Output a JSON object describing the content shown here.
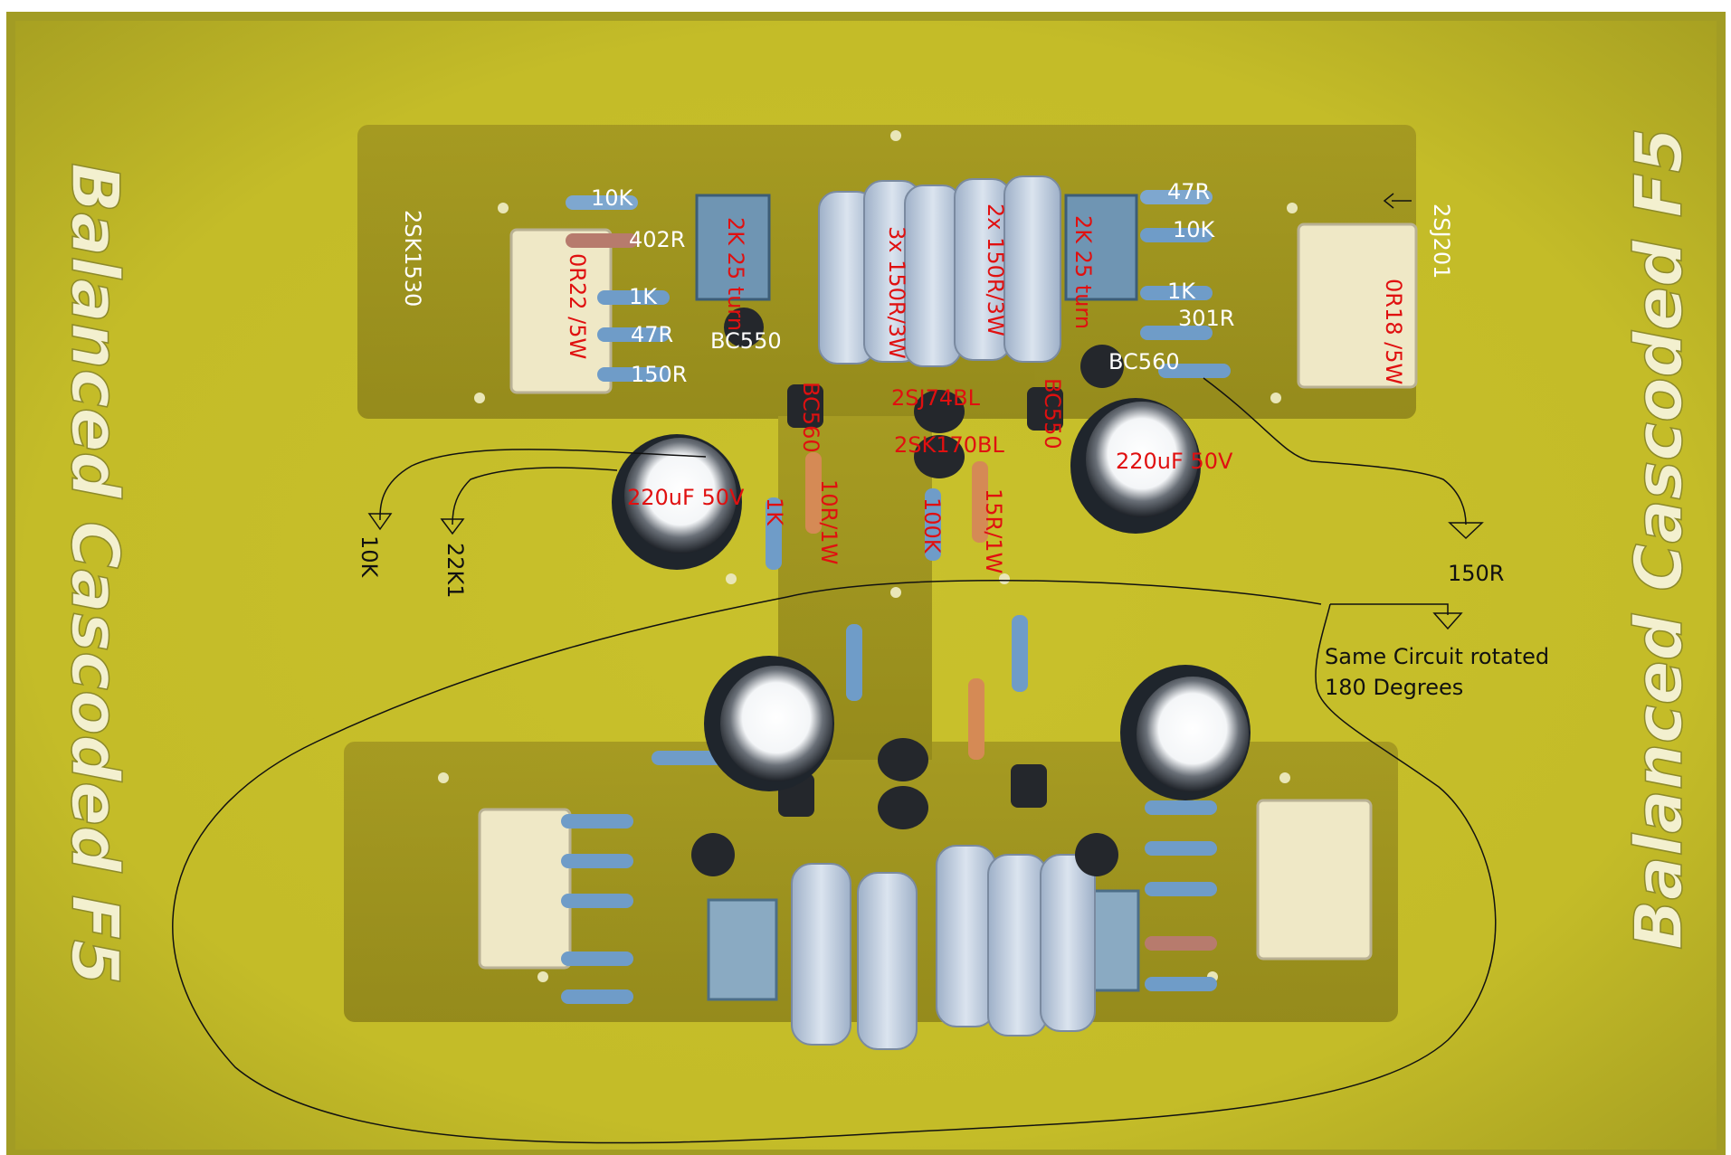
{
  "photo": {
    "board_color": "#c8c02a",
    "board_edge_color": "#9c9622",
    "brand_left": "Balanced Cascoded F5",
    "brand_right": "Balanced Cascoded F5"
  },
  "labels": {
    "r_10k_top": "10K",
    "r_402r": "402R",
    "r_1k_left": "1K",
    "r_47r_left": "47R",
    "r_150r_left": "150R",
    "q_2sk1530": "2SK1530",
    "r_0r22": "0R22 /5W",
    "trim_left": "2K 25 turn",
    "q_bc550_left": "BC550",
    "r_3x150r": "3x 150R/3W",
    "r_2x150r": "2x 150R/3W",
    "trim_right": "2K 25 turn",
    "r_47r_right": "47R",
    "r_10k_right": "10K",
    "r_1k_right": "1K",
    "r_301r": "301R",
    "q_bc560_right": "BC560",
    "q_2sj201": "2SJ201",
    "r_0r18": "0R18 /5W",
    "q_bc560_left": "BC560",
    "q_2sj74bl": "2SJ74BL",
    "q_2sk170bl": "2SK170BL",
    "q_bc550_right": "BC550",
    "c_left": "220uF 50V",
    "c_right": "220uF 50V",
    "r_1k_mid": "1K",
    "r_10r1w": "10R/1W",
    "r_100k": "100K",
    "r_15r1w": "15R/1W",
    "ext_10k": "10K",
    "ext_22k1": "22K1",
    "ext_150r": "150R",
    "note_line1": "Same Circuit rotated",
    "note_line2": "180 Degrees"
  }
}
